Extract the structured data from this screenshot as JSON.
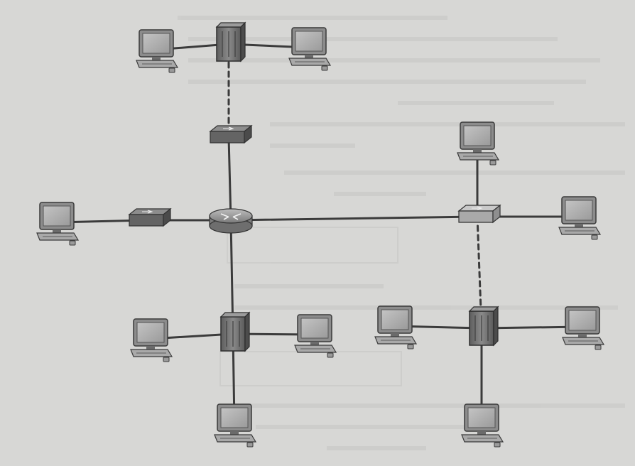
{
  "palette": {
    "background": "#d7d7d5",
    "link": "#3b3b3b",
    "device_dark": "#6f6f6f",
    "device_light": "#b9b9b7",
    "screen": "#aeaeae"
  },
  "icons": {
    "pc": "desktop-computer-icon",
    "switch": "network-switch-icon",
    "hub": "hub-concentrator-icon",
    "router": "router-icon"
  },
  "devices": [
    {
      "id": "pc-top-left",
      "type": "pc"
    },
    {
      "id": "hub-top",
      "type": "hub"
    },
    {
      "id": "pc-top-right",
      "type": "pc"
    },
    {
      "id": "switch-upper",
      "type": "switch"
    },
    {
      "id": "pc-left",
      "type": "pc"
    },
    {
      "id": "switch-left",
      "type": "switch"
    },
    {
      "id": "router-center",
      "type": "router"
    },
    {
      "id": "switch-right",
      "type": "switch",
      "shade": "light"
    },
    {
      "id": "pc-right-top",
      "type": "pc"
    },
    {
      "id": "pc-right",
      "type": "pc"
    },
    {
      "id": "hub-bottom-left",
      "type": "hub"
    },
    {
      "id": "pc-bl-left",
      "type": "pc"
    },
    {
      "id": "pc-bl-right",
      "type": "pc"
    },
    {
      "id": "pc-bl-bottom",
      "type": "pc"
    },
    {
      "id": "hub-bottom-right",
      "type": "hub"
    },
    {
      "id": "pc-br-left",
      "type": "pc"
    },
    {
      "id": "pc-br-right",
      "type": "pc"
    },
    {
      "id": "pc-br-bottom",
      "type": "pc"
    }
  ],
  "links": [
    {
      "from": "pc-top-left",
      "to": "hub-top",
      "style": "solid"
    },
    {
      "from": "hub-top",
      "to": "pc-top-right",
      "style": "solid"
    },
    {
      "from": "hub-top",
      "to": "switch-upper",
      "style": "dashed"
    },
    {
      "from": "switch-upper",
      "to": "router-center",
      "style": "solid"
    },
    {
      "from": "pc-left",
      "to": "switch-left",
      "style": "solid"
    },
    {
      "from": "switch-left",
      "to": "router-center",
      "style": "solid"
    },
    {
      "from": "router-center",
      "to": "switch-right",
      "style": "solid"
    },
    {
      "from": "switch-right",
      "to": "pc-right-top",
      "style": "solid"
    },
    {
      "from": "switch-right",
      "to": "pc-right",
      "style": "solid"
    },
    {
      "from": "switch-right",
      "to": "hub-bottom-right",
      "style": "dashed"
    },
    {
      "from": "router-center",
      "to": "hub-bottom-left",
      "style": "solid"
    },
    {
      "from": "hub-bottom-left",
      "to": "pc-bl-left",
      "style": "solid"
    },
    {
      "from": "hub-bottom-left",
      "to": "pc-bl-right",
      "style": "solid"
    },
    {
      "from": "hub-bottom-left",
      "to": "pc-bl-bottom",
      "style": "solid"
    },
    {
      "from": "hub-bottom-right",
      "to": "pc-br-left",
      "style": "solid"
    },
    {
      "from": "hub-bottom-right",
      "to": "pc-br-right",
      "style": "solid"
    },
    {
      "from": "hub-bottom-right",
      "to": "pc-br-bottom",
      "style": "solid"
    }
  ]
}
